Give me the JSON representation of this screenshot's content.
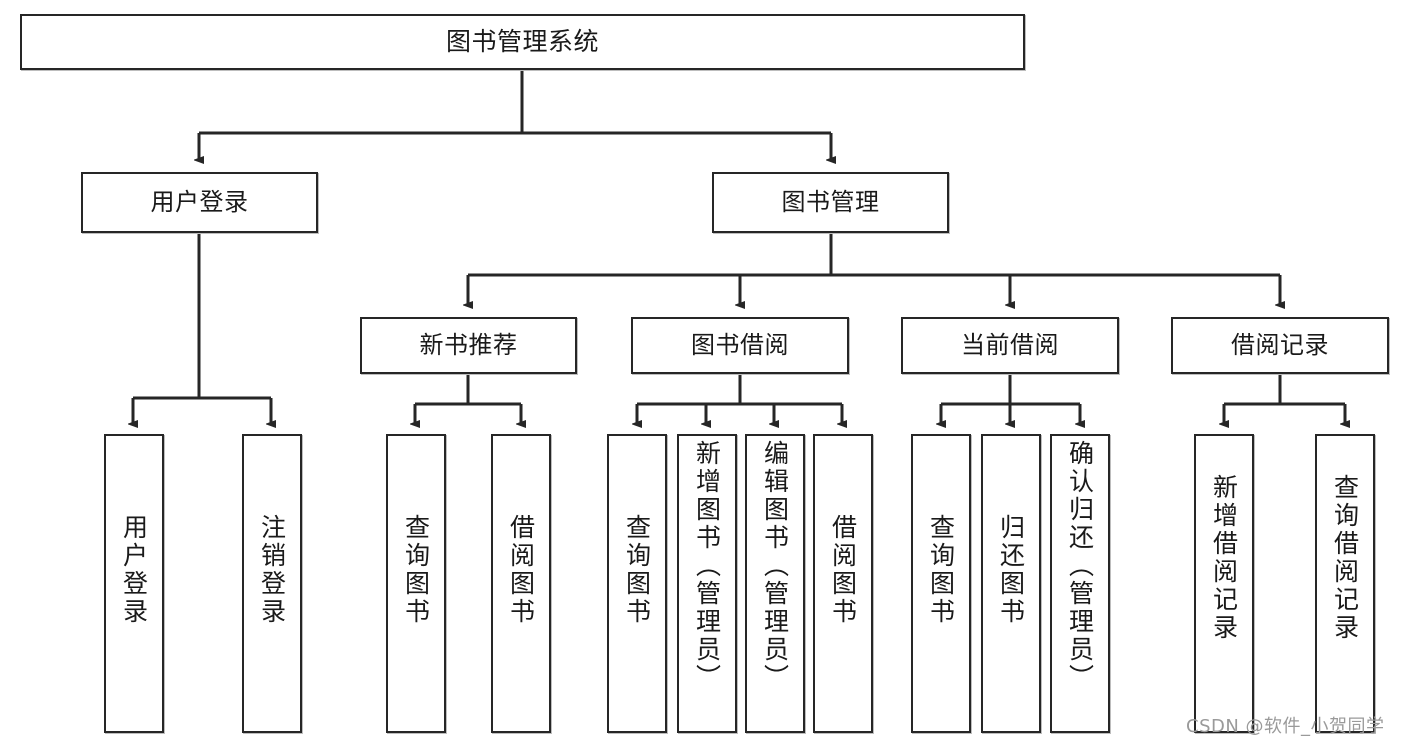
{
  "diagram": {
    "title": "图书管理系统",
    "type": "tree-hierarchy",
    "watermark": "CSDN @软件_小贺同学",
    "colors": {
      "box_border": "#262626",
      "box_fill": "#ffffff",
      "connector": "#262626",
      "text": "#1a1a1a",
      "watermark": "#9a9a9a",
      "background": "#ffffff"
    },
    "levels": {
      "root": "图书管理系统",
      "level2": [
        "用户登录",
        "图书管理"
      ],
      "level3": [
        "新书推荐",
        "图书借阅",
        "当前借阅",
        "借阅记录"
      ]
    },
    "nodes": {
      "root": {
        "label": "图书管理系统"
      },
      "user_login": {
        "label": "用户登录"
      },
      "book_manage": {
        "label": "图书管理"
      },
      "new_book_rec": {
        "label": "新书推荐"
      },
      "book_borrow": {
        "label": "图书借阅"
      },
      "current_borrow": {
        "label": "当前借阅"
      },
      "borrow_record": {
        "label": "借阅记录"
      },
      "leaf_user_login": {
        "label": "用户登录"
      },
      "leaf_logout": {
        "label": "注销登录"
      },
      "leaf_query_book_1": {
        "label": "查询图书"
      },
      "leaf_borrow_book_1": {
        "label": "借阅图书"
      },
      "leaf_query_book_2": {
        "label": "查询图书"
      },
      "leaf_add_book": {
        "label": "新增图书（管理员）"
      },
      "leaf_edit_book": {
        "label": "编辑图书（管理员）"
      },
      "leaf_borrow_book_2": {
        "label": "借阅图书"
      },
      "leaf_query_book_3": {
        "label": "查询图书"
      },
      "leaf_return_book": {
        "label": "归还图书"
      },
      "leaf_confirm_return": {
        "label": "确认归还（管理员）"
      },
      "leaf_add_record": {
        "label": "新增借阅记录"
      },
      "leaf_query_record": {
        "label": "查询借阅记录"
      }
    }
  }
}
